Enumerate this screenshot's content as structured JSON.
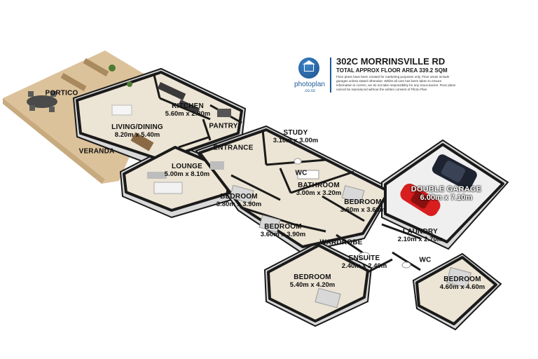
{
  "header": {
    "address": "302C MORRINSVILLE RD",
    "total_area": "TOTAL APPROX FLOOR AREA 339.2 SQM",
    "disclaimer": "Floor plans have been created for marketing purposes only. Floor areas include garages unless stated otherwise. Whilst all care has been taken to ensure information is correct, we do not take responsibility for any inaccuracies. Floor plans cannot be reproduced without the written consent of Photo Plan.",
    "logo_text": "photoplan",
    "logo_subtext": ".co.nz"
  },
  "colors": {
    "wall": "#1a1a1a",
    "floor": "#ece4d4",
    "deck": "#dcc29a",
    "garage_floor": "#efefef",
    "wall_inner": "#d9d9d9",
    "car_red": "#d81e1e",
    "car_dark": "#1d2330",
    "brand_blue": "#1d5a96"
  },
  "rooms": [
    {
      "id": "portico",
      "name": "PORTICO",
      "dims": ""
    },
    {
      "id": "veranda",
      "name": "VERANDA",
      "dims": ""
    },
    {
      "id": "kitchen",
      "name": "KITCHEN",
      "dims": "5.60m x 2.80m"
    },
    {
      "id": "living",
      "name": "LIVING/DINING",
      "dims": "8.20m x 5.40m"
    },
    {
      "id": "pantry",
      "name": "PANTRY",
      "dims": ""
    },
    {
      "id": "study",
      "name": "STUDY",
      "dims": "3.10m x 3.00m"
    },
    {
      "id": "entrance",
      "name": "ENTRANCE",
      "dims": ""
    },
    {
      "id": "lounge",
      "name": "LOUNGE",
      "dims": "5.00m x 8.10m"
    },
    {
      "id": "wc1",
      "name": "WC",
      "dims": ""
    },
    {
      "id": "bathroom",
      "name": "BATHROOM",
      "dims": "3.00m x 3.20m"
    },
    {
      "id": "bedroom1",
      "name": "BEDROOM",
      "dims": "3.80m x 3.90m"
    },
    {
      "id": "bedroom2",
      "name": "BEDROOM",
      "dims": "3.60m x 3.60m"
    },
    {
      "id": "bedroom3",
      "name": "BEDROOM",
      "dims": "3.60m x 3.90m"
    },
    {
      "id": "double_garage",
      "name": "DOUBLE GARAGE",
      "dims": "6.00m x 7.10m"
    },
    {
      "id": "laundry",
      "name": "LAUNDRY",
      "dims": "2.10m x 2.70m"
    },
    {
      "id": "wardrobe",
      "name": "WARDROBE",
      "dims": ""
    },
    {
      "id": "ensuite",
      "name": "ENSUITE",
      "dims": "2.40m x 2.40m"
    },
    {
      "id": "wc2",
      "name": "WC",
      "dims": ""
    },
    {
      "id": "bedroom4",
      "name": "BEDROOM",
      "dims": "5.40m x 4.20m"
    },
    {
      "id": "bedroom5",
      "name": "BEDROOM",
      "dims": "4.60m x 4.60m"
    }
  ]
}
